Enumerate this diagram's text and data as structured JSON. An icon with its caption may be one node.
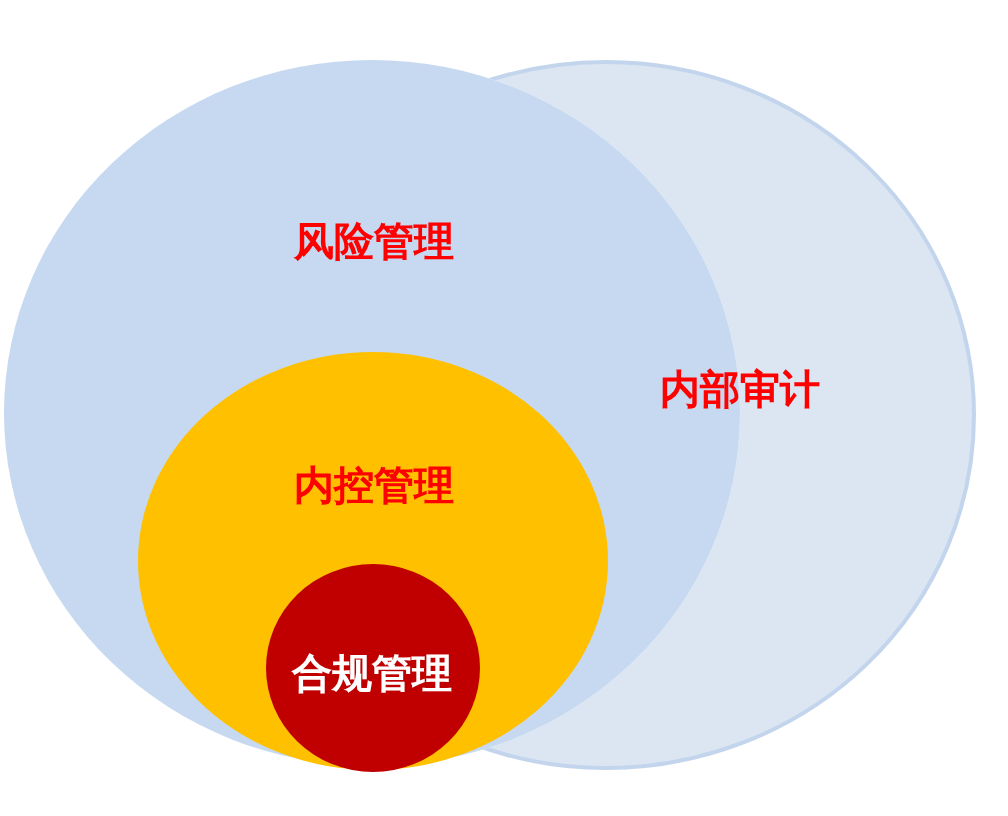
{
  "diagram": {
    "nodes": [
      {
        "text": [
          "风险管理"
        ]
      },
      {
        "text": [
          "内部审计"
        ]
      },
      {
        "text": [
          "内控管理"
        ],
        "in": 0
      },
      {
        "text": [
          "合规管理"
        ]
      }
    ]
  }
}
